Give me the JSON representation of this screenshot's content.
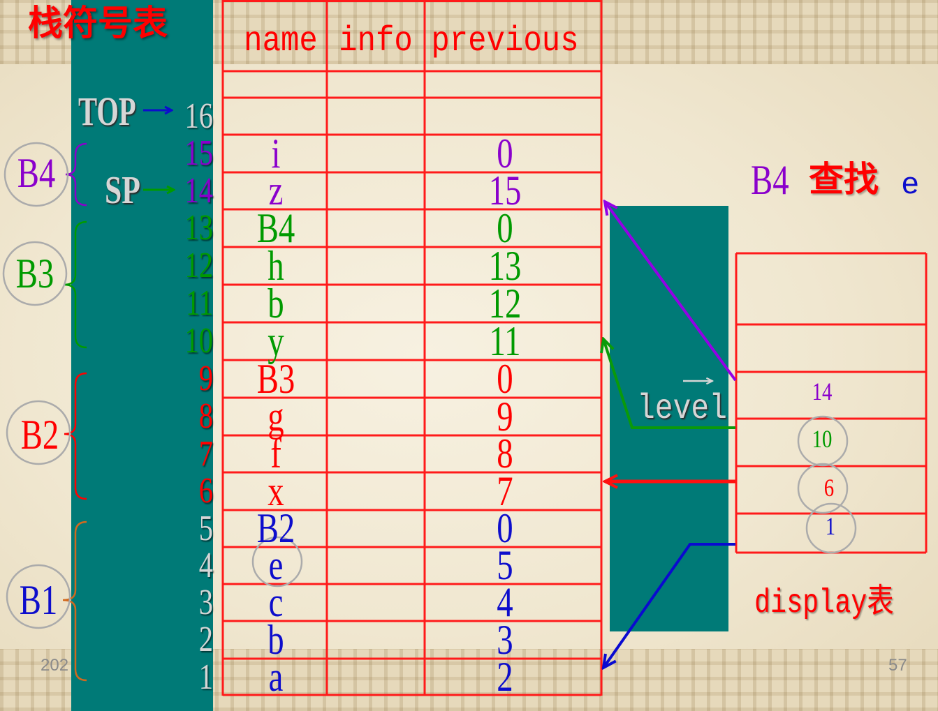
{
  "slide": {
    "title": "栈符号表",
    "footer_left": "202",
    "page_number": "57"
  },
  "colors": {
    "purple": "#8a00cc",
    "green": "#009a00",
    "red": "#ff0000",
    "blue": "#0d0dcc",
    "orange": "#d2691e",
    "light_gray": "#d6d6d6",
    "teal": "#007a77",
    "table_border": "#ff1a1a",
    "circle": "#ababab",
    "arrow_purple": "#9400e6",
    "arrow_green": "#0a9a0a",
    "arrow_red": "#ff1010",
    "arrow_blue": "#0a0ad0"
  },
  "pointers": {
    "top": "TOP",
    "sp": "SP"
  },
  "stack_table": {
    "headers": {
      "name": "name",
      "info": "info",
      "previous": "previous"
    },
    "rows": [
      {
        "index": "16",
        "name": "",
        "previous": "",
        "color": "#ff0000",
        "index_color": "#d6d6d6"
      },
      {
        "index": "15",
        "name": "i",
        "previous": "0",
        "color": "#8a00cc",
        "index_color": "#8a00cc"
      },
      {
        "index": "14",
        "name": "z",
        "previous": "15",
        "color": "#8a00cc",
        "index_color": "#8a00cc"
      },
      {
        "index": "13",
        "name": "B4",
        "previous": "0",
        "color": "#009a00",
        "index_color": "#009a00"
      },
      {
        "index": "12",
        "name": "h",
        "previous": "13",
        "color": "#009a00",
        "index_color": "#009a00"
      },
      {
        "index": "11",
        "name": "b",
        "previous": "12",
        "color": "#009a00",
        "index_color": "#009a00"
      },
      {
        "index": "10",
        "name": "y",
        "previous": "11",
        "color": "#009a00",
        "index_color": "#009a00"
      },
      {
        "index": "9",
        "name": "B3",
        "previous": "0",
        "color": "#ff0000",
        "index_color": "#ff0000"
      },
      {
        "index": "8",
        "name": "g",
        "previous": "9",
        "color": "#ff0000",
        "index_color": "#ff0000"
      },
      {
        "index": "7",
        "name": "f",
        "previous": "8",
        "color": "#ff0000",
        "index_color": "#ff0000"
      },
      {
        "index": "6",
        "name": "x",
        "previous": "7",
        "color": "#ff0000",
        "index_color": "#ff0000"
      },
      {
        "index": "5",
        "name": "B2",
        "previous": "0",
        "color": "#0d0dcc",
        "index_color": "#d6d6d6"
      },
      {
        "index": "4",
        "name": "e",
        "previous": "5",
        "color": "#0d0dcc",
        "index_color": "#d6d6d6"
      },
      {
        "index": "3",
        "name": "c",
        "previous": "4",
        "color": "#0d0dcc",
        "index_color": "#d6d6d6"
      },
      {
        "index": "2",
        "name": "b",
        "previous": "3",
        "color": "#0d0dcc",
        "index_color": "#d6d6d6"
      },
      {
        "index": "1",
        "name": "a",
        "previous": "2",
        "color": "#0d0dcc",
        "index_color": "#d6d6d6"
      }
    ]
  },
  "blocks": [
    {
      "label": "B4",
      "color": "#8a00cc",
      "brace_color": "#8a00cc"
    },
    {
      "label": "B3",
      "color": "#009a00",
      "brace_color": "#009a00"
    },
    {
      "label": "B2",
      "color": "#ff0000",
      "brace_color": "#ff0000"
    },
    {
      "label": "B1",
      "color": "#0d0dcc",
      "brace_color": "#d2691e"
    }
  ],
  "query": {
    "block": "B4",
    "action": "查找",
    "symbol": "e"
  },
  "level_label": "level",
  "display_table": {
    "label": "display表",
    "values": [
      {
        "value": "14",
        "color": "#8a00cc"
      },
      {
        "value": "10",
        "color": "#009a00"
      },
      {
        "value": "6",
        "color": "#ff0000"
      },
      {
        "value": "1",
        "color": "#0d0dcc"
      }
    ]
  }
}
